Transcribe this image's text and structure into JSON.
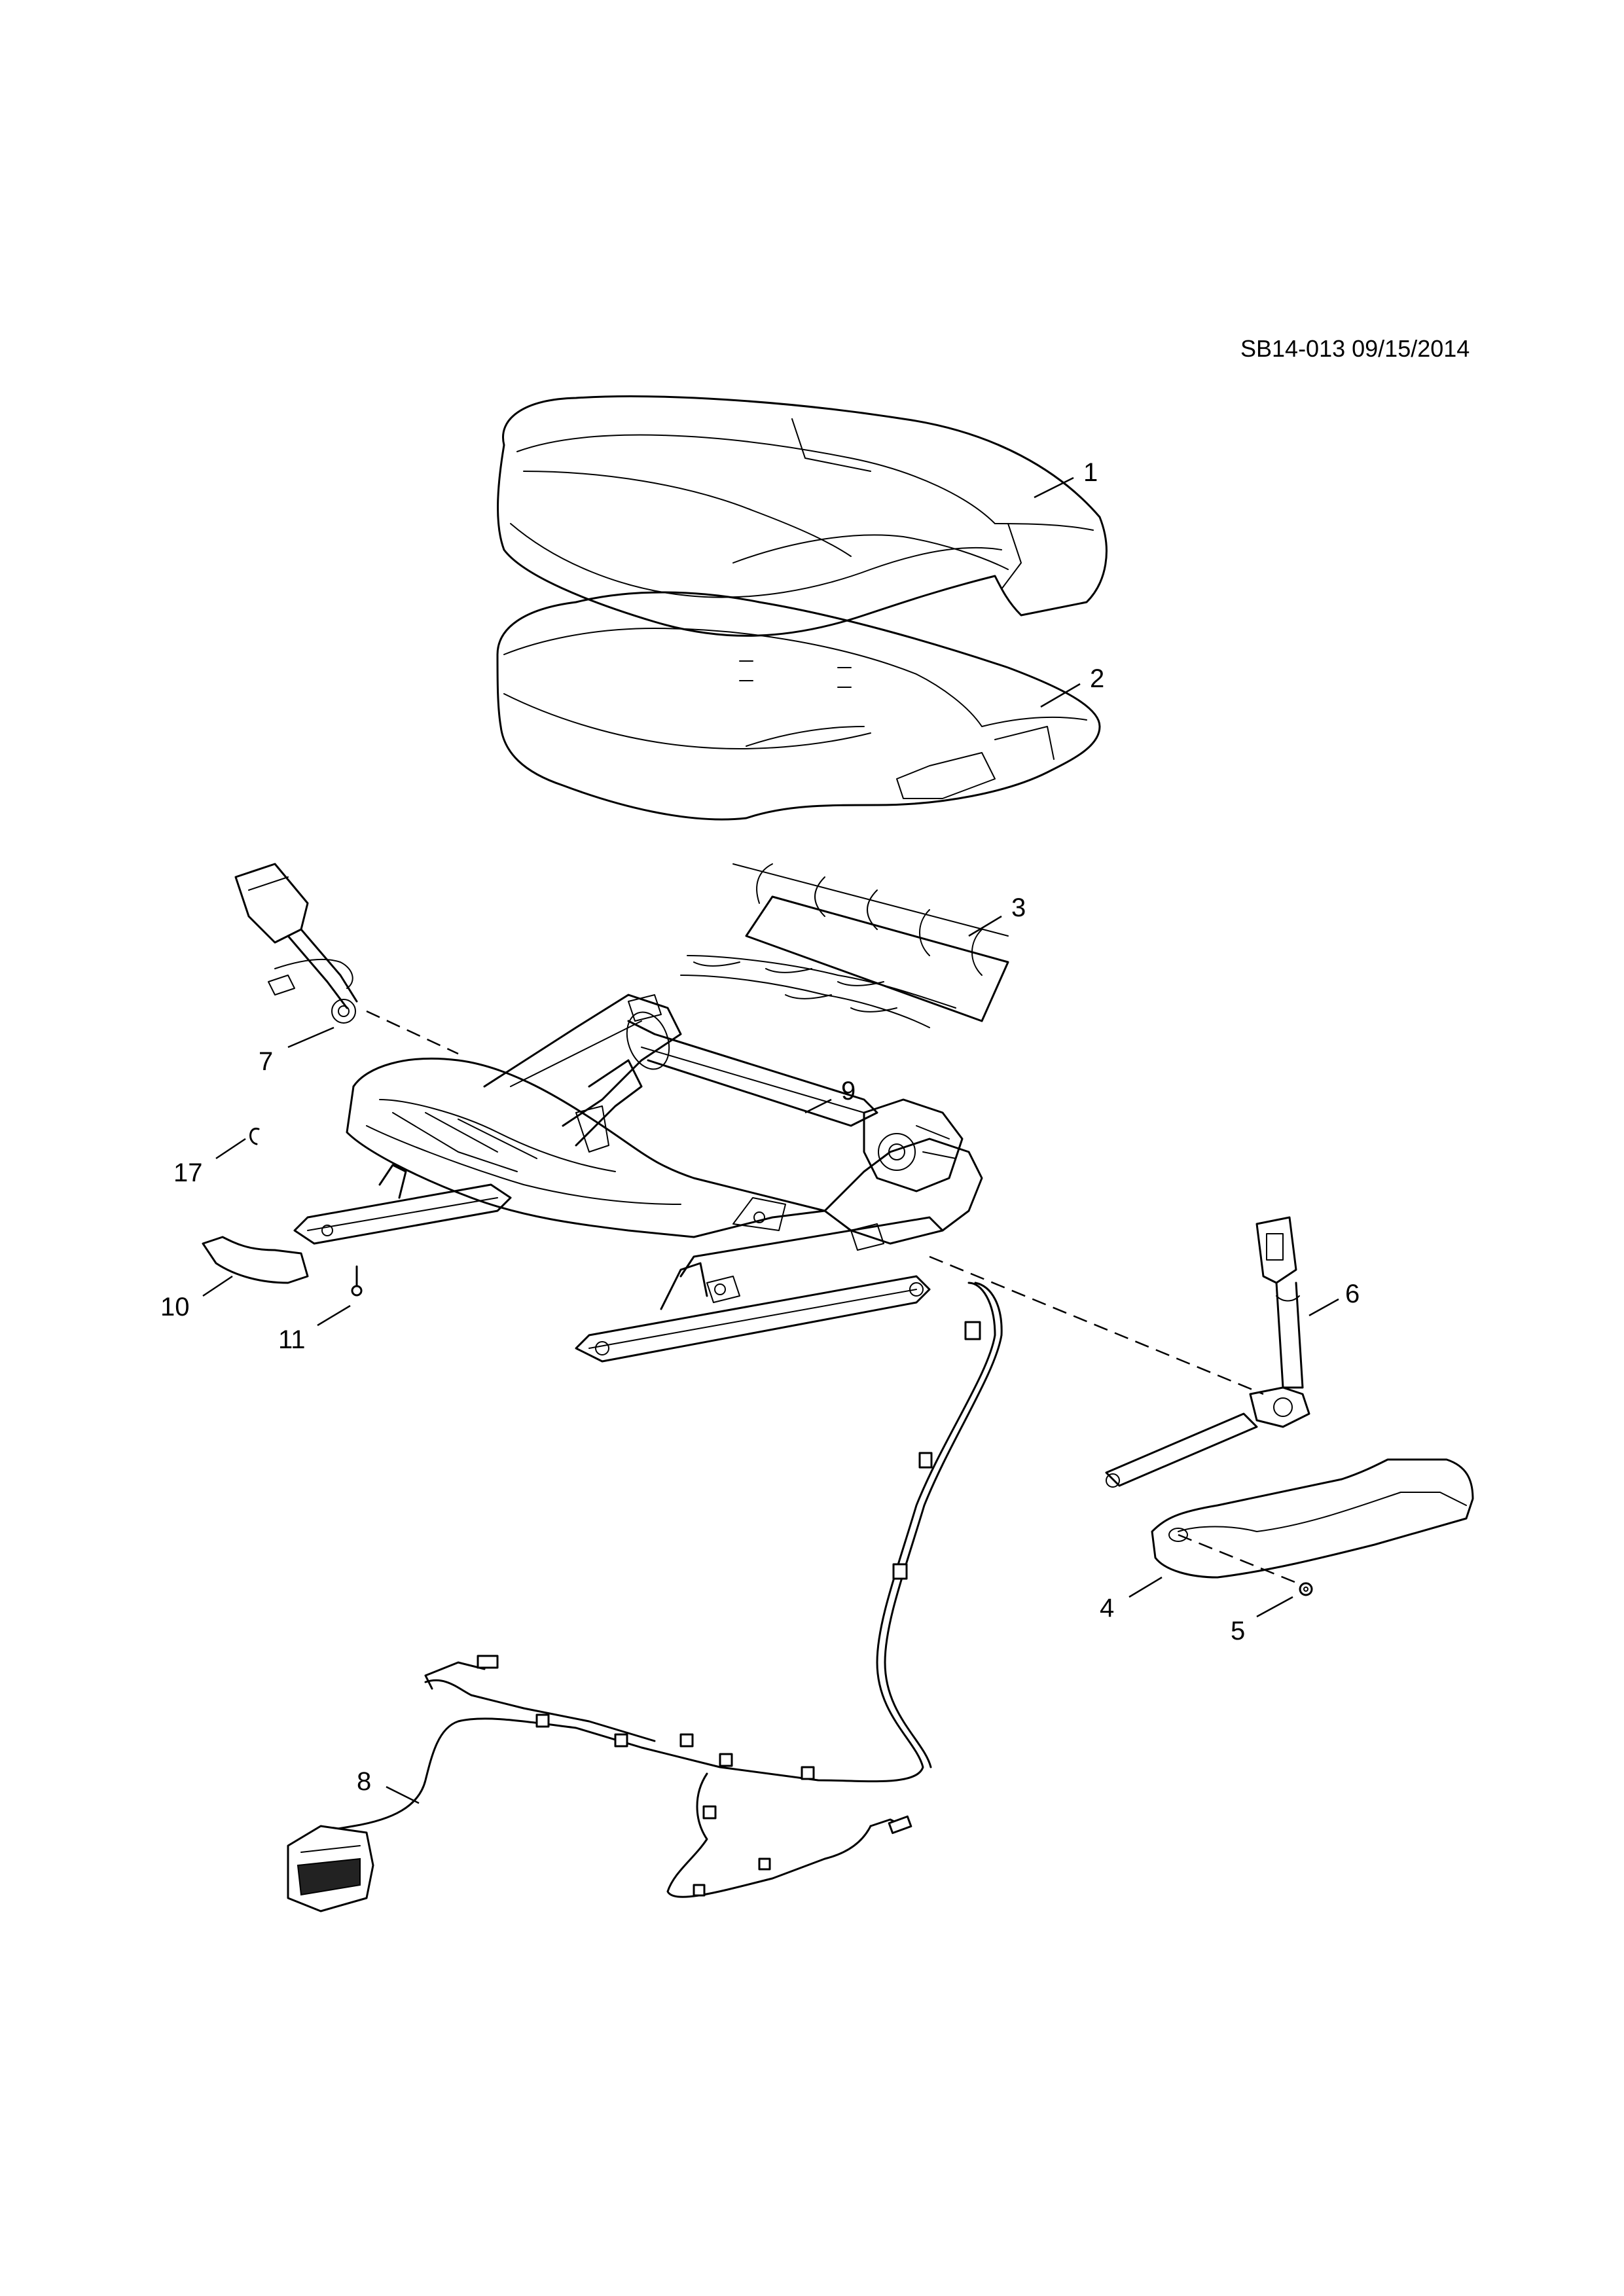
{
  "document": {
    "reference": "SB14-013 09/15/2014"
  },
  "callouts": [
    {
      "id": "c1",
      "label": "1"
    },
    {
      "id": "c2",
      "label": "2"
    },
    {
      "id": "c3",
      "label": "3"
    },
    {
      "id": "c4",
      "label": "4"
    },
    {
      "id": "c5",
      "label": "5"
    },
    {
      "id": "c6",
      "label": "6"
    },
    {
      "id": "c7",
      "label": "7"
    },
    {
      "id": "c8",
      "label": "8"
    },
    {
      "id": "c9",
      "label": "9"
    },
    {
      "id": "c10",
      "label": "10"
    },
    {
      "id": "c11",
      "label": "11"
    },
    {
      "id": "c17",
      "label": "17"
    }
  ],
  "colors": {
    "line": "#000000",
    "background": "#ffffff"
  }
}
